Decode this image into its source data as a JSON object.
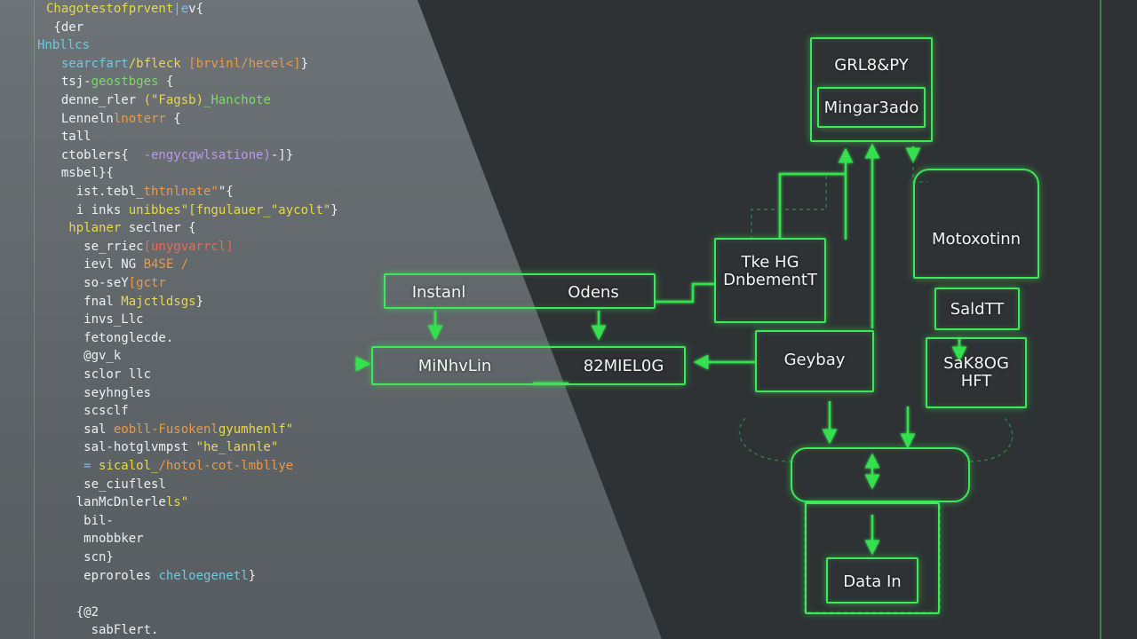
{
  "code_lines": [
    {
      "segments": [
        {
          "t": "Chagotestofprvent",
          "c": "c-yellow"
        },
        {
          "t": "|e",
          "c": "c-cyan"
        },
        {
          "t": "v{",
          "c": "c-white"
        }
      ]
    },
    {
      "segments": [
        {
          "t": " {der",
          "c": "c-white"
        }
      ]
    },
    {
      "segments": [
        {
          "t": "Hnbllcs",
          "c": "c-cyan"
        }
      ]
    },
    {
      "segments": [
        {
          "t": "  searcfart",
          "c": "c-cyan"
        },
        {
          "t": "/bfleck ",
          "c": "c-yellow"
        },
        {
          "t": "[brvinl/hecel<]",
          "c": "c-orange"
        },
        {
          "t": "}",
          "c": "c-white"
        }
      ]
    },
    {
      "segments": [
        {
          "t": "  tsj-",
          "c": "c-white"
        },
        {
          "t": "geostbges",
          "c": "c-green"
        },
        {
          "t": " {",
          "c": "c-white"
        }
      ]
    },
    {
      "segments": [
        {
          "t": "  denne_rler ",
          "c": "c-white"
        },
        {
          "t": "(\"Fagsb)",
          "c": "c-yellow"
        },
        {
          "t": "_Hanchote",
          "c": "c-green"
        }
      ]
    },
    {
      "segments": [
        {
          "t": "  Lenneln",
          "c": "c-white"
        },
        {
          "t": "lnoterr",
          "c": "c-orange"
        },
        {
          "t": " {",
          "c": "c-white"
        }
      ]
    },
    {
      "segments": [
        {
          "t": "  tall",
          "c": "c-white"
        }
      ]
    },
    {
      "segments": [
        {
          "t": "  ctoblers{  ",
          "c": "c-white"
        },
        {
          "t": "-engycgwlsatione)",
          "c": "c-purple"
        },
        {
          "t": "-]}",
          "c": "c-white"
        }
      ]
    },
    {
      "segments": [
        {
          "t": "  msbel}{",
          "c": "c-white"
        }
      ]
    },
    {
      "segments": [
        {
          "t": "    ist.tebl_",
          "c": "c-white"
        },
        {
          "t": "thtnlnate\"",
          "c": "c-orange"
        },
        {
          "t": "\"{",
          "c": "c-white"
        }
      ]
    },
    {
      "segments": [
        {
          "t": "    i inks ",
          "c": "c-white"
        },
        {
          "t": "unibbes\"[",
          "c": "c-yellow"
        },
        {
          "t": "fngulauer_\"aycolt\"",
          "c": "c-yellow"
        },
        {
          "t": "}",
          "c": "c-white"
        }
      ]
    },
    {
      "segments": [
        {
          "t": "   hplaner",
          "c": "c-yellow"
        },
        {
          "t": " seclner {",
          "c": "c-white"
        }
      ]
    },
    {
      "segments": [
        {
          "t": "     se_rriec",
          "c": "c-white"
        },
        {
          "t": "[unygvarrcl]",
          "c": "c-red"
        }
      ]
    },
    {
      "segments": [
        {
          "t": "     ievl NG ",
          "c": "c-white"
        },
        {
          "t": "B4SE /",
          "c": "c-orange"
        }
      ]
    },
    {
      "segments": [
        {
          "t": "     so-seY",
          "c": "c-white"
        },
        {
          "t": "[gctr",
          "c": "c-orange"
        }
      ]
    },
    {
      "segments": [
        {
          "t": "     fnal ",
          "c": "c-white"
        },
        {
          "t": "Majctldsgs",
          "c": "c-yellow"
        },
        {
          "t": "}",
          "c": "c-white"
        }
      ]
    },
    {
      "segments": [
        {
          "t": "     invs_Llc",
          "c": "c-white"
        }
      ]
    },
    {
      "segments": [
        {
          "t": "     fetonglecde.",
          "c": "c-white"
        }
      ]
    },
    {
      "segments": [
        {
          "t": "     @gv_k",
          "c": "c-white"
        }
      ]
    },
    {
      "segments": [
        {
          "t": "     sclor llc",
          "c": "c-white"
        }
      ]
    },
    {
      "segments": [
        {
          "t": "     seyhngles",
          "c": "c-white"
        }
      ]
    },
    {
      "segments": [
        {
          "t": "     scsclf",
          "c": "c-white"
        }
      ]
    },
    {
      "segments": [
        {
          "t": "     sal ",
          "c": "c-white"
        },
        {
          "t": "eobll-Fusokenl",
          "c": "c-orange"
        },
        {
          "t": "gyumhenlf\"",
          "c": "c-yellow"
        }
      ]
    },
    {
      "segments": [
        {
          "t": "     sal-hotglvmpst ",
          "c": "c-white"
        },
        {
          "t": "\"he_lannle\"",
          "c": "c-yellow"
        }
      ]
    },
    {
      "segments": [
        {
          "t": "     ",
          "c": "c-white"
        },
        {
          "t": "=",
          "c": "c-cyan"
        },
        {
          "t": " sicalol_",
          "c": "c-yellow"
        },
        {
          "t": "/hotol-cot-lmbllye",
          "c": "c-orange"
        }
      ]
    },
    {
      "segments": [
        {
          "t": "     se_ciuflesl",
          "c": "c-white"
        }
      ]
    },
    {
      "segments": [
        {
          "t": "    lanMcDnlerle",
          "c": "c-white"
        },
        {
          "t": "ls\"",
          "c": "c-yellow"
        }
      ]
    },
    {
      "segments": [
        {
          "t": "     bil-",
          "c": "c-white"
        }
      ]
    },
    {
      "segments": [
        {
          "t": "     mnobbker",
          "c": "c-white"
        }
      ]
    },
    {
      "segments": [
        {
          "t": "     scn}",
          "c": "c-white"
        }
      ]
    },
    {
      "segments": [
        {
          "t": "     eproroles ",
          "c": "c-white"
        },
        {
          "t": "cheloegenetl",
          "c": "c-cyan"
        },
        {
          "t": "}",
          "c": "c-white"
        }
      ]
    },
    {
      "segments": [
        {
          "t": "      ",
          "c": "c-white"
        }
      ]
    },
    {
      "segments": [
        {
          "t": "    {@2",
          "c": "c-white"
        }
      ]
    },
    {
      "segments": [
        {
          "t": "      sabFlert.",
          "c": "c-white"
        }
      ]
    }
  ],
  "diagram": {
    "nodes": [
      {
        "id": "grlspy",
        "label": "GRL8&PY"
      },
      {
        "id": "mingar",
        "label": "Mingar3ado"
      },
      {
        "id": "motox",
        "label": "Motoxotinn"
      },
      {
        "id": "salitt",
        "label": "SaldTT"
      },
      {
        "id": "tkehg",
        "label": "Tke HG\nDnbementT"
      },
      {
        "id": "instant",
        "label": "Instanl"
      },
      {
        "id": "odens",
        "label": "Odens"
      },
      {
        "id": "minhvlin",
        "label": "MiNhvLin"
      },
      {
        "id": "code82",
        "label": "82MIEL0G"
      },
      {
        "id": "geybay",
        "label": "Geybay"
      },
      {
        "id": "saksog",
        "label": "SaK8OG\nHFT"
      },
      {
        "id": "datain",
        "label": "Data In"
      }
    ]
  },
  "colors": {
    "node_border": "#3ee85a",
    "connector": "#36e050",
    "background": "#2e3234",
    "code_panel": "#62686b"
  }
}
